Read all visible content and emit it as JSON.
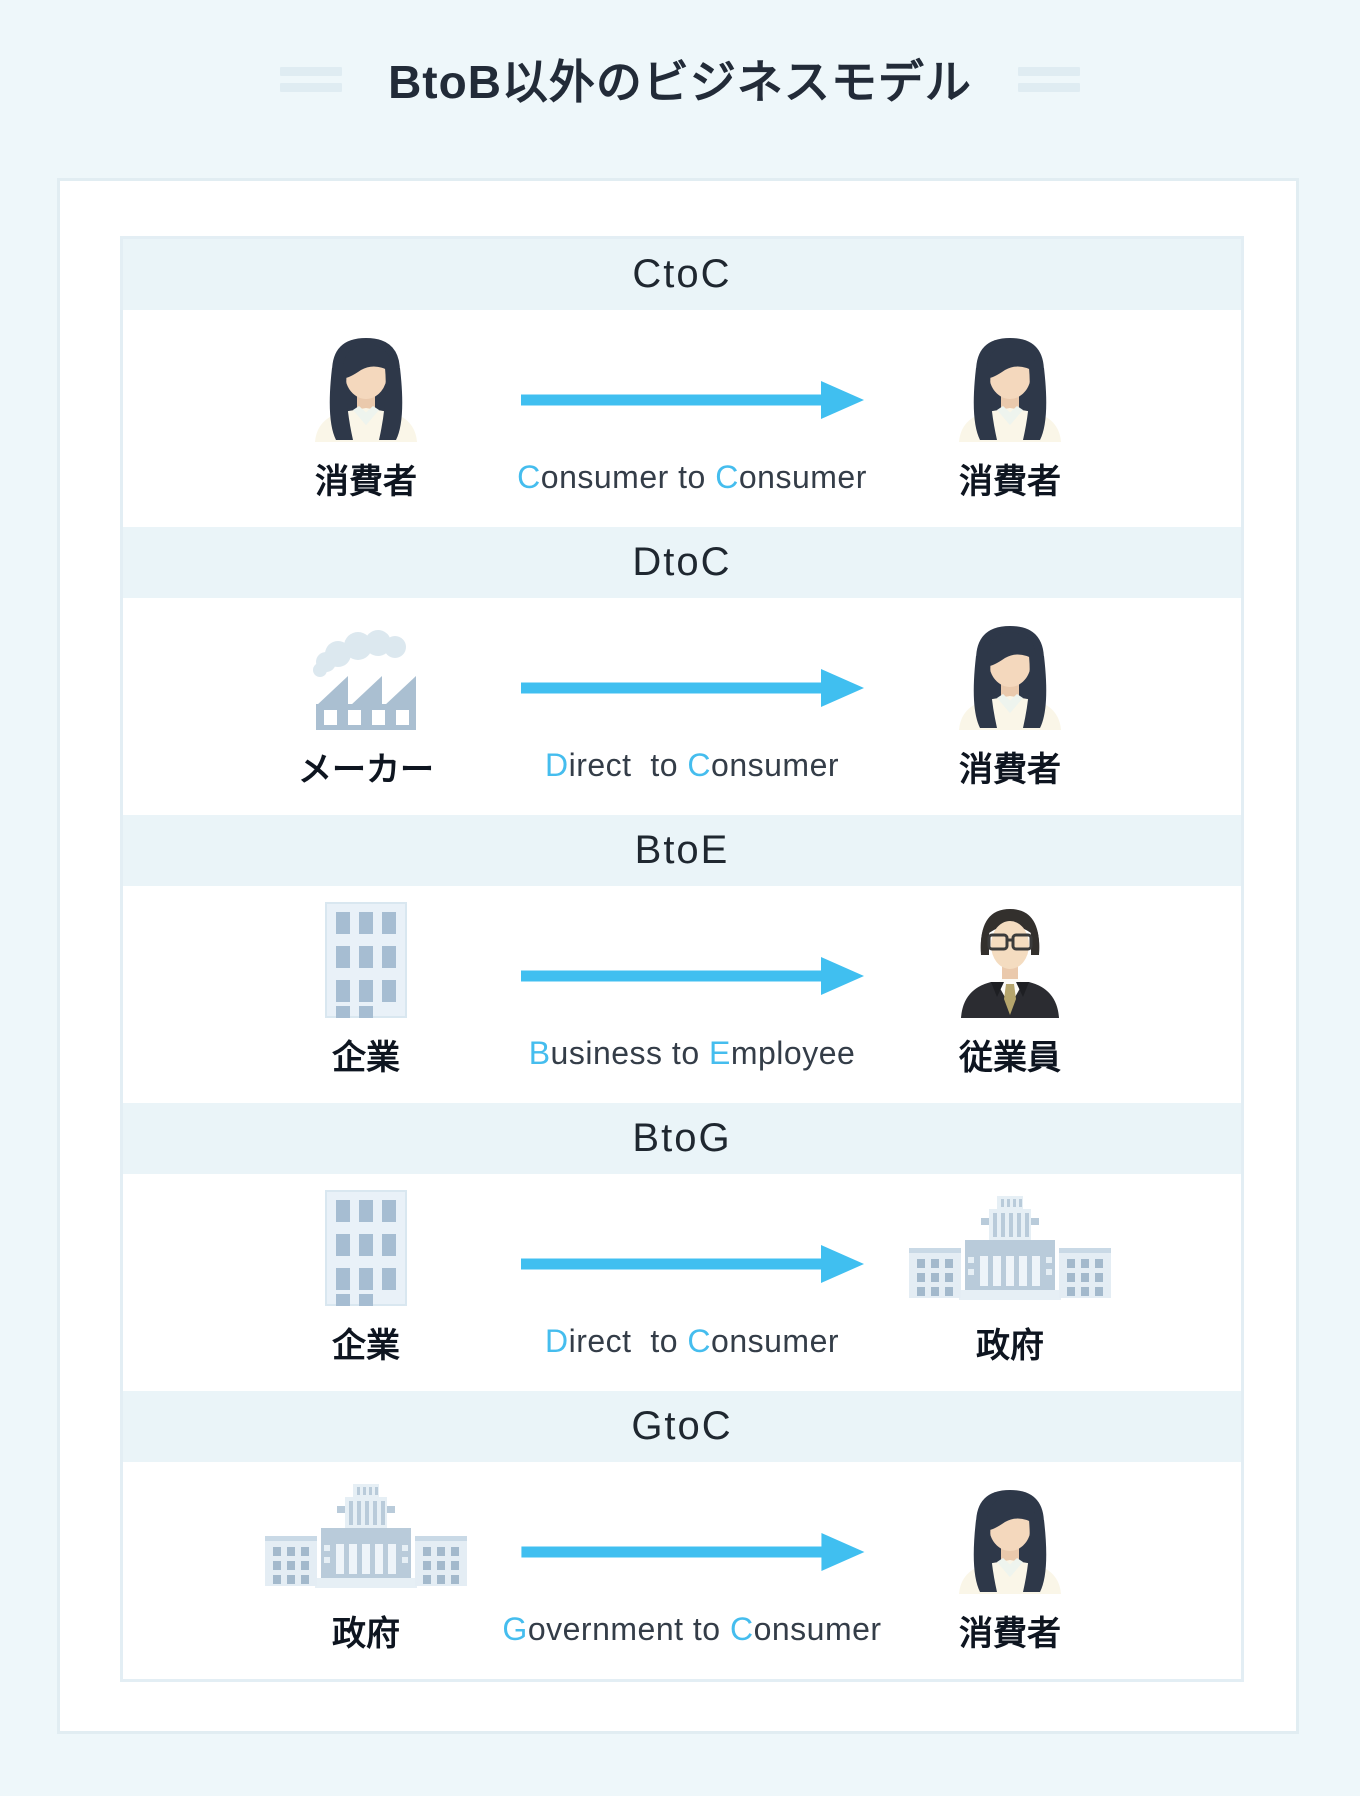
{
  "page": {
    "title": "BtoB以外のビジネスモデル"
  },
  "colors": {
    "background": "#eef7fa",
    "band": "#eaf4f8",
    "accent_blue": "#40bff0",
    "caption_text": "#343d48",
    "label_text": "#0e1520",
    "icon_gray_blue": "#aabfd1"
  },
  "rows": [
    {
      "header": "CtoC",
      "left": {
        "icon": "woman-avatar-icon",
        "label": "消費者"
      },
      "right": {
        "icon": "woman-avatar-icon",
        "label": "消費者"
      },
      "caption": {
        "cap1": "C",
        "mid": "onsumer to ",
        "cap2": "C",
        "tail": "onsumer"
      }
    },
    {
      "header": "DtoC",
      "left": {
        "icon": "factory-icon",
        "label": "メーカー"
      },
      "right": {
        "icon": "woman-avatar-icon",
        "label": "消費者"
      },
      "caption": {
        "cap1": "D",
        "mid": "irect  to ",
        "cap2": "C",
        "tail": "onsumer"
      }
    },
    {
      "header": "BtoE",
      "left": {
        "icon": "office-building-icon",
        "label": "企業"
      },
      "right": {
        "icon": "businessman-avatar-icon",
        "label": "従業員"
      },
      "caption": {
        "cap1": "B",
        "mid": "usiness to ",
        "cap2": "E",
        "tail": "mployee"
      }
    },
    {
      "header": "BtoG",
      "left": {
        "icon": "office-building-icon",
        "label": "企業"
      },
      "right": {
        "icon": "government-building-icon",
        "label": "政府"
      },
      "caption": {
        "cap1": "D",
        "mid": "irect  to ",
        "cap2": "C",
        "tail": "onsumer"
      }
    },
    {
      "header": "GtoC",
      "left": {
        "icon": "government-building-icon",
        "label": "政府"
      },
      "right": {
        "icon": "woman-avatar-icon",
        "label": "消費者"
      },
      "caption": {
        "cap1": "G",
        "mid": "overnment to ",
        "cap2": "C",
        "tail": "onsumer"
      }
    }
  ]
}
